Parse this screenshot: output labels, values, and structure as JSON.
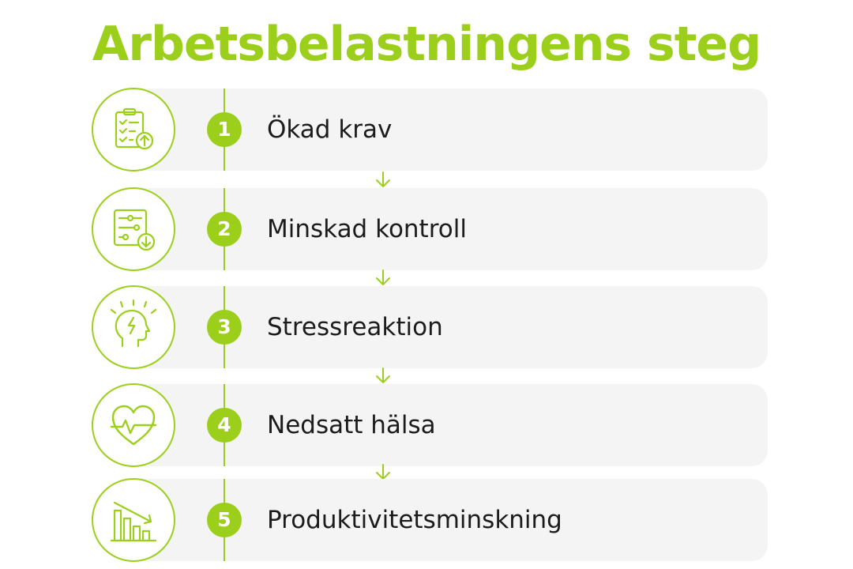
{
  "title": "Arbetsbelastningens steg",
  "accent_color": "#9ccf1c",
  "steps": [
    {
      "number": "1",
      "label": "Ökad krav",
      "icon": "clipboard-checklist-arrow-up-icon"
    },
    {
      "number": "2",
      "label": "Minskad kontroll",
      "icon": "sliders-arrow-down-icon"
    },
    {
      "number": "3",
      "label": "Stressreaktion",
      "icon": "head-lightning-icon"
    },
    {
      "number": "4",
      "label": "Nedsatt hälsa",
      "icon": "heart-pulse-icon"
    },
    {
      "number": "5",
      "label": "Produktivitetsminskning",
      "icon": "bar-chart-decline-icon"
    }
  ]
}
